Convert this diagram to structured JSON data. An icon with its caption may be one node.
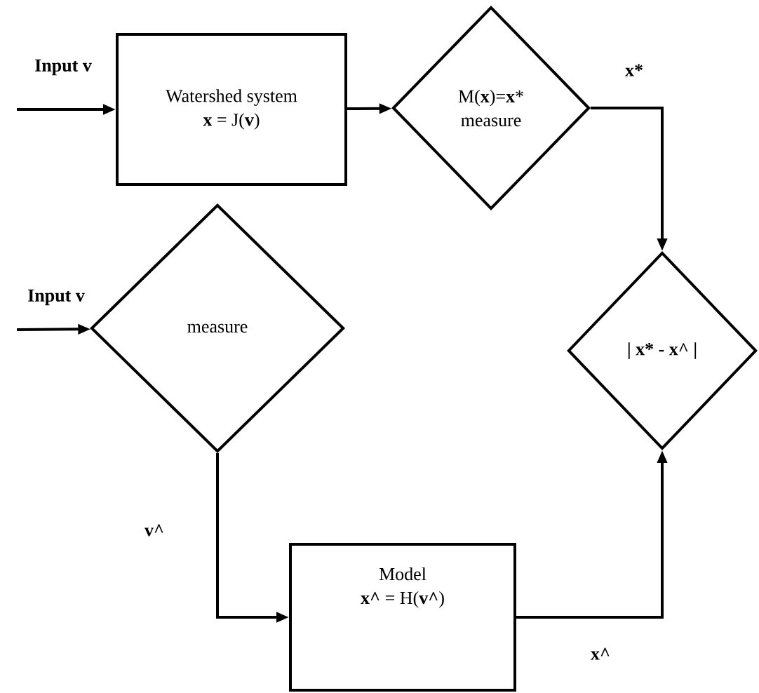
{
  "diagram": {
    "nodes": [
      {
        "text": [
          "Watershed system",
          "**x** = J(**v**)"
        ]
      },
      {
        "text": [
          "M(**x**)=**x***",
          "measure"
        ]
      },
      {
        "text": [
          "measure"
        ]
      },
      {
        "text": [
          "| x* - x^ |"
        ]
      },
      {
        "text": [
          "Model",
          "**x^** = H(**v^**)"
        ]
      }
    ],
    "edges": [
      {
        "from": null,
        "to": 0,
        "arrow": "to",
        "label": "Input **v**"
      },
      {
        "from": 0,
        "to": 1,
        "arrow": "to"
      },
      {
        "from": 1,
        "to": 3,
        "arrow": "to",
        "label": "x*"
      },
      {
        "from": null,
        "to": 2,
        "arrow": "to",
        "label": "Input **v**"
      },
      {
        "from": 2,
        "to": 4,
        "arrow": "to",
        "label": "v^"
      },
      {
        "from": 4,
        "to": 3,
        "arrow": "to",
        "label": "x^"
      }
    ]
  }
}
